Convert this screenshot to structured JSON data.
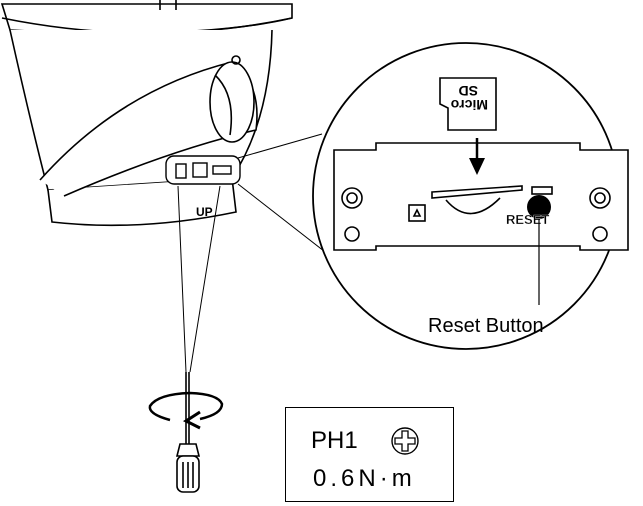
{
  "camera": {
    "up_mark": "UP"
  },
  "sd_card": {
    "label_line1": "Micro",
    "label_line2": "SD"
  },
  "slot_panel": {
    "reset_text": "RESET"
  },
  "callout": {
    "reset_button_label": "Reset Button"
  },
  "torque_spec": {
    "bit": "PH1",
    "torque": "0.6N·m",
    "bit_icon": "phillips-cross-icon"
  },
  "tool_icon": "screwdriver-icon",
  "rotation_icon": "rotate-arrow-icon"
}
